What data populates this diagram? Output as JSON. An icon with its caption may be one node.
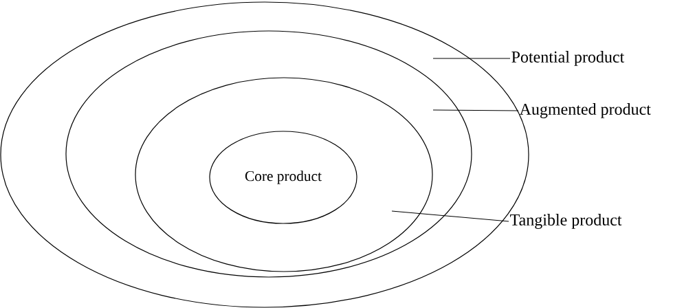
{
  "diagram": {
    "nodes": [
      {
        "text": [],
        "shape": "ellipse"
      },
      {
        "text": [],
        "shape": "ellipse",
        "in": 0
      },
      {
        "text": [],
        "shape": "ellipse",
        "in": 1
      },
      {
        "text": [
          "Core product"
        ],
        "in": 2
      },
      {
        "text": [
          "Potential product"
        ]
      },
      {
        "text": [
          "Augmented product"
        ]
      },
      {
        "text": [
          "Tangible product"
        ]
      }
    ],
    "edges": [
      {
        "from": 4,
        "to": 0,
        "arrow": "none"
      },
      {
        "from": 5,
        "to": 1,
        "arrow": "none"
      },
      {
        "from": 6,
        "to": 2,
        "arrow": "none"
      }
    ]
  }
}
